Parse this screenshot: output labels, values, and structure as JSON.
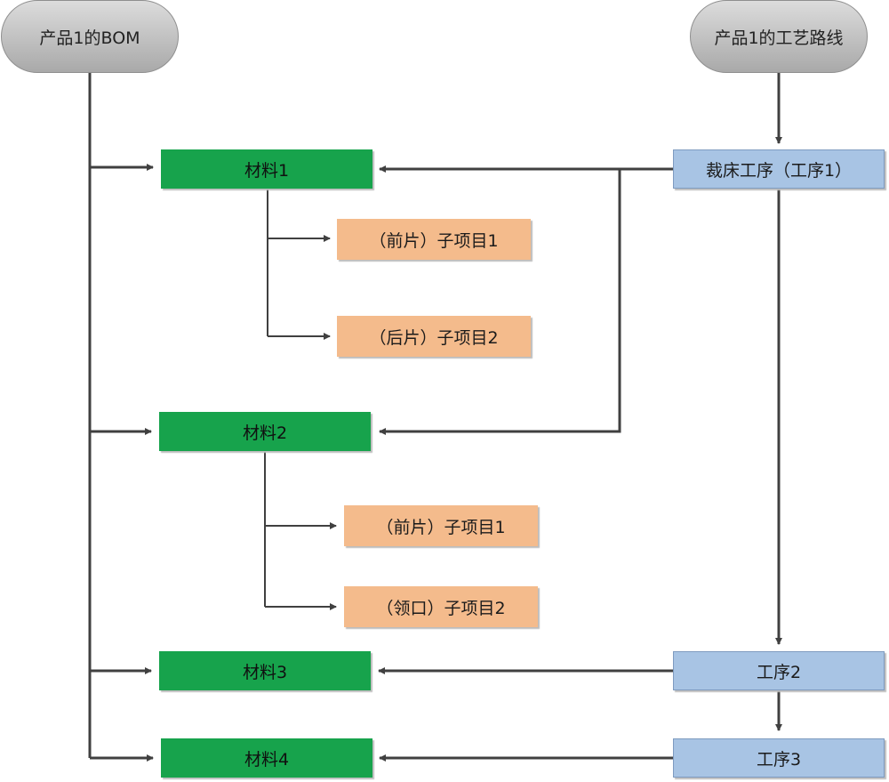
{
  "bom_title": "产品1的BOM",
  "route_title": "产品1的工艺路线",
  "materials": [
    "材料1",
    "材料2",
    "材料3",
    "材料4"
  ],
  "sub_items": [
    "（前片）子项目1",
    "（后片）子项目2",
    "（前片）子项目1",
    "（领口）子项目2"
  ],
  "processes": [
    "裁床工序（工序1）",
    "工序2",
    "工序3"
  ],
  "colors": {
    "material": "#17a34c",
    "sub_item": "#f4bb8c",
    "process": "#a8c4e4",
    "connector": "#404040"
  }
}
